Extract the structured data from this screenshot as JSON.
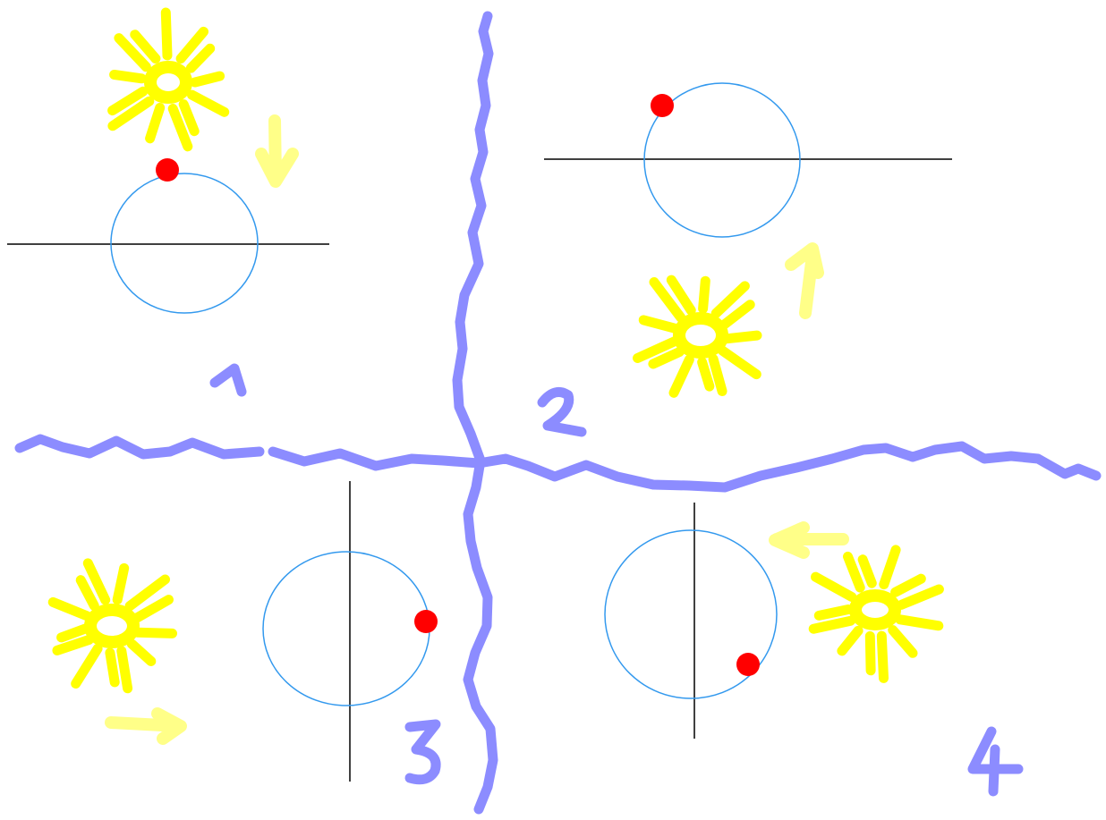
{
  "colors": {
    "background": "#ffffff",
    "divider": "#8c8cff",
    "digits": "#8c8cff",
    "sun": "#ffff00",
    "arrow": "#ffff88",
    "orbit": "#3399ee",
    "axis_line": "#000000",
    "marker": "#ff0000"
  },
  "panels": [
    {
      "number": "1",
      "sun_position": "upper-left",
      "arrow_direction": "down",
      "axis": "horizontal",
      "marker_position": "top"
    },
    {
      "number": "2",
      "sun_position": "lower-right",
      "arrow_direction": "up",
      "axis": "horizontal",
      "marker_position": "upper-left"
    },
    {
      "number": "3",
      "sun_position": "left",
      "arrow_direction": "right",
      "axis": "vertical",
      "marker_position": "right"
    },
    {
      "number": "4",
      "sun_position": "right",
      "arrow_direction": "left",
      "axis": "vertical",
      "marker_position": "lower-right"
    }
  ]
}
